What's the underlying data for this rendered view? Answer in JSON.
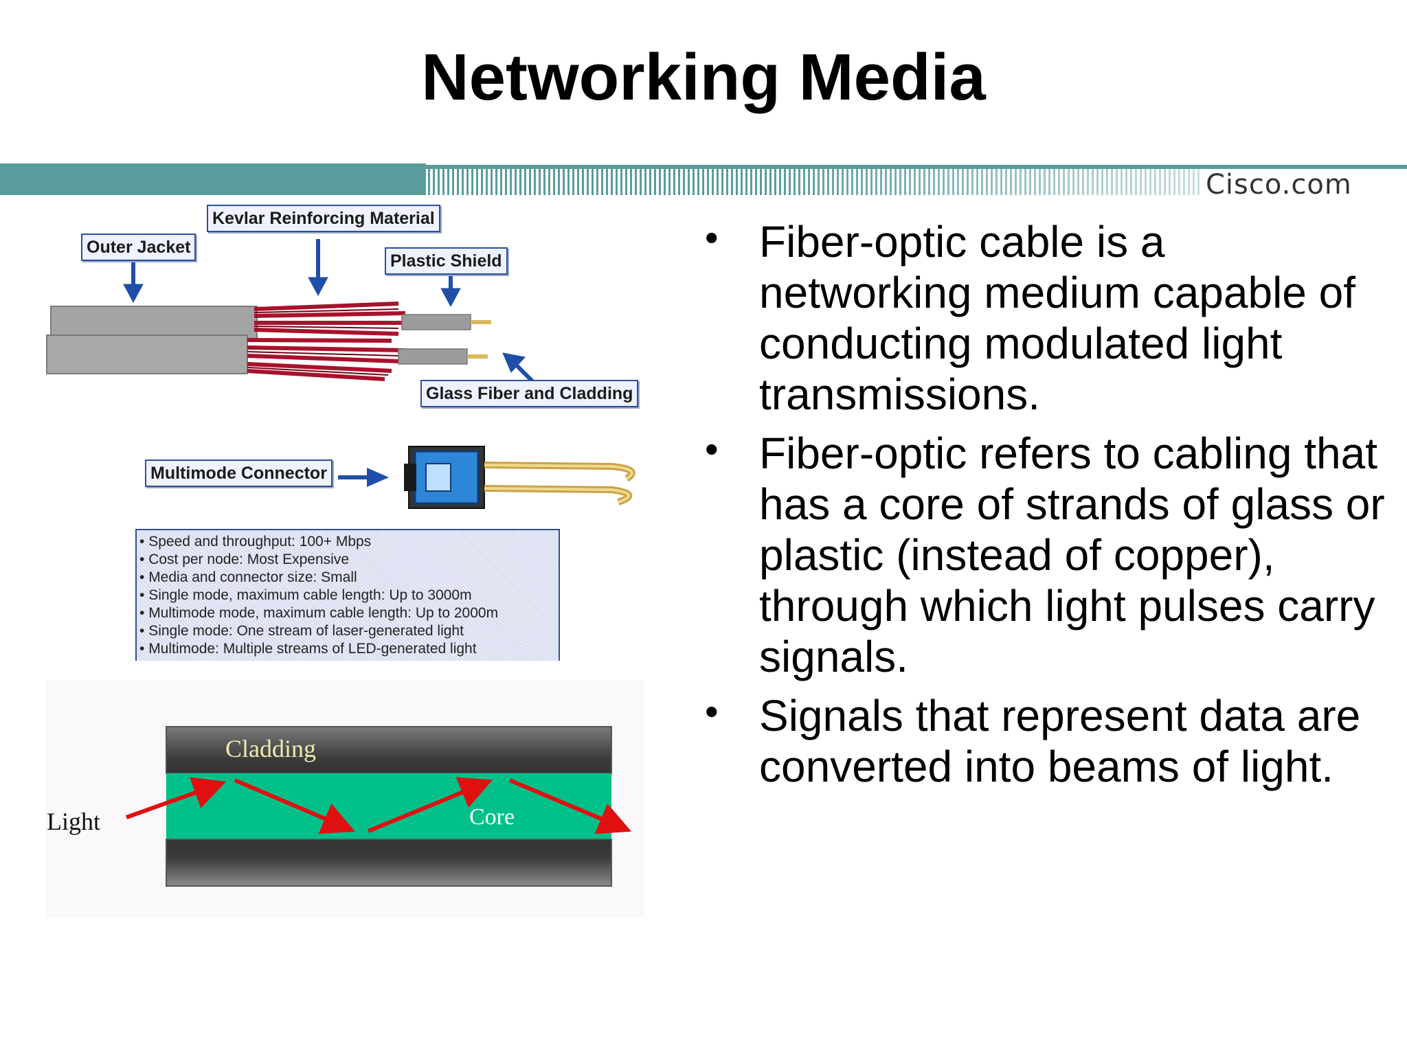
{
  "slide": {
    "title": "Networking Media",
    "brand": "Cisco.com",
    "bullets": [
      "Fiber-optic cable is a networking medium capable of conducting modulated light transmissions.",
      "Fiber-optic refers to cabling that has a core of strands of glass or plastic (instead of copper), through which light pulses carry signals.",
      "Signals that represent data are converted into beams of light."
    ]
  },
  "cable_diagram": {
    "labels": {
      "outer_jacket": "Outer Jacket",
      "kevlar": "Kevlar Reinforcing Material",
      "plastic_shield": "Plastic Shield",
      "glass_fiber": "Glass Fiber and Cladding",
      "multimode_connector": "Multimode Connector"
    },
    "specs": [
      "Speed and throughput:  100+ Mbps",
      "Cost per node:  Most Expensive",
      "Media and connector size:  Small",
      "Single mode, maximum cable length:  Up to 3000m",
      "Multimode mode, maximum cable length:  Up to 2000m",
      "Single mode:  One stream of laser-generated light",
      "Multimode:  Multiple streams of LED-generated light"
    ]
  },
  "fiber_diagram": {
    "cladding": "Cladding",
    "core": "Core",
    "light": "Light"
  },
  "colors": {
    "header_teal": "#5a9c9c",
    "core_green": "#00c08a",
    "label_border": "#2d4f9a",
    "arrow_blue": "#1f4fa8",
    "kevlar_red": "#a8122c",
    "light_red": "#e01010"
  }
}
